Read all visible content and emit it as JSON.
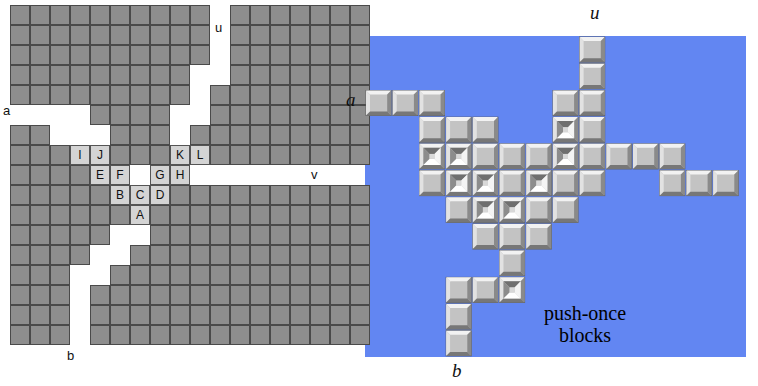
{
  "diagram": {
    "nodes": [
      {
        "text": [
          "I"
        ]
      },
      {
        "text": [
          "J"
        ]
      },
      {
        "text": [
          "K"
        ]
      },
      {
        "text": [
          "L"
        ]
      },
      {
        "text": [
          "E"
        ]
      },
      {
        "text": [
          "F"
        ]
      },
      {
        "text": [
          "G"
        ]
      },
      {
        "text": [
          "H"
        ]
      },
      {
        "text": [
          "B"
        ]
      },
      {
        "text": [
          "C"
        ]
      },
      {
        "text": [
          "D"
        ]
      },
      {
        "text": [
          "A"
        ]
      }
    ],
    "labels": [
      "u",
      "a",
      "v",
      "b",
      "u",
      "a",
      "b",
      "push-once blocks"
    ]
  }
}
